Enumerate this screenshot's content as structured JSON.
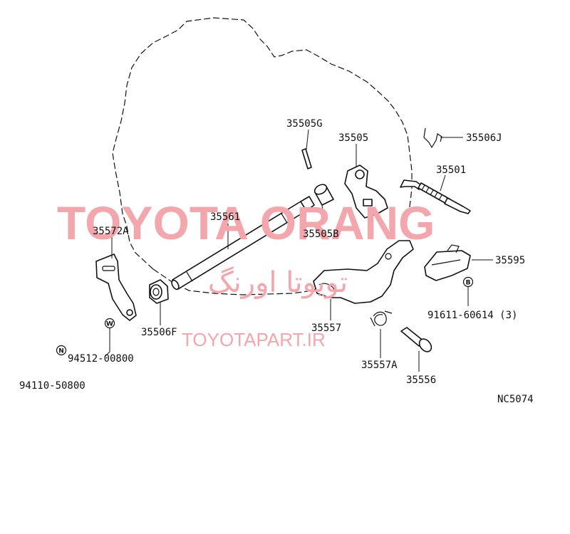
{
  "diagram_code": "NC5074",
  "watermark": {
    "brand": "TOYOTA ORANG",
    "persian": "تویوتا اورنگ",
    "url": "TOYOTAPART.IR"
  },
  "parts": {
    "p35505G": "35505G",
    "p35505": "35505",
    "p35506J": "35506J",
    "p35501": "35501",
    "p35561": "35561",
    "p35505B": "35505B",
    "p35572A": "35572A",
    "p35595": "35595",
    "p91611": "91611-60614 (3)",
    "p35506F": "35506F",
    "p35557": "35557",
    "p94512": "94512-00800",
    "p94110": "94110-50800",
    "p35557A": "35557A",
    "p35556": "35556"
  },
  "symbols": {
    "b": "B",
    "w": "W",
    "n": "N"
  }
}
